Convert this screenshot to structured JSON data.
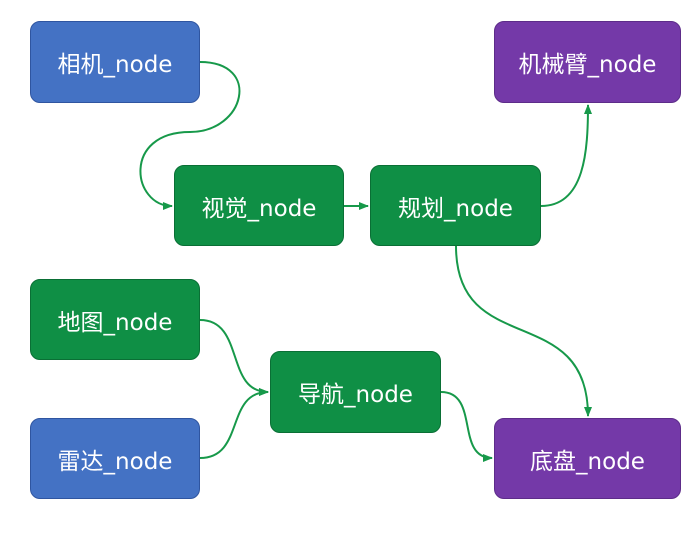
{
  "diagram": {
    "nodes": {
      "camera": {
        "label": "相机_node",
        "color": "#4472c4"
      },
      "vision": {
        "label": "视觉_node",
        "color": "#0f8f45"
      },
      "planning": {
        "label": "规划_node",
        "color": "#0f8f45"
      },
      "arm": {
        "label": "机械臂_node",
        "color": "#7439a8"
      },
      "map": {
        "label": "地图_node",
        "color": "#0f8f45"
      },
      "navigation": {
        "label": "导航_node",
        "color": "#0f8f45"
      },
      "radar": {
        "label": "雷达_node",
        "color": "#4472c4"
      },
      "chassis": {
        "label": "底盘_node",
        "color": "#7439a8"
      }
    },
    "edges": [
      {
        "from": "camera",
        "to": "vision"
      },
      {
        "from": "vision",
        "to": "planning"
      },
      {
        "from": "planning",
        "to": "arm"
      },
      {
        "from": "planning",
        "to": "chassis"
      },
      {
        "from": "map",
        "to": "navigation"
      },
      {
        "from": "radar",
        "to": "navigation"
      },
      {
        "from": "navigation",
        "to": "chassis"
      }
    ],
    "edge_color": "#17994a"
  }
}
